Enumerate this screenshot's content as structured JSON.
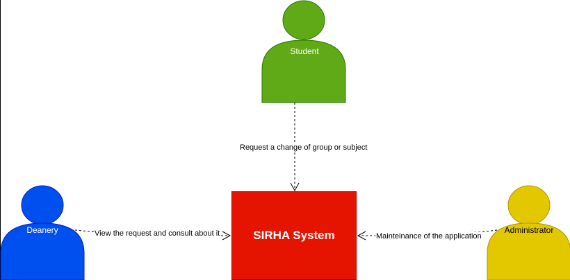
{
  "actors": {
    "student": {
      "label": "Student",
      "color": "#60a917",
      "stroke": "#2d7600",
      "text_color": "#ffffff"
    },
    "deanery": {
      "label": "Deanery",
      "color": "#0050ef",
      "stroke": "#001dbc",
      "text_color": "#ffffff"
    },
    "administrator": {
      "label": "Administrator",
      "color": "#e3c800",
      "stroke": "#b09500",
      "text_color": "#000000"
    }
  },
  "system": {
    "title": "SIRHA System",
    "color": "#e51400"
  },
  "edges": {
    "student_to_system": "Request a change of group or subject",
    "deanery_to_system": "View the request and consult about it",
    "administrator_to_system": "Mainteinance of the application"
  }
}
